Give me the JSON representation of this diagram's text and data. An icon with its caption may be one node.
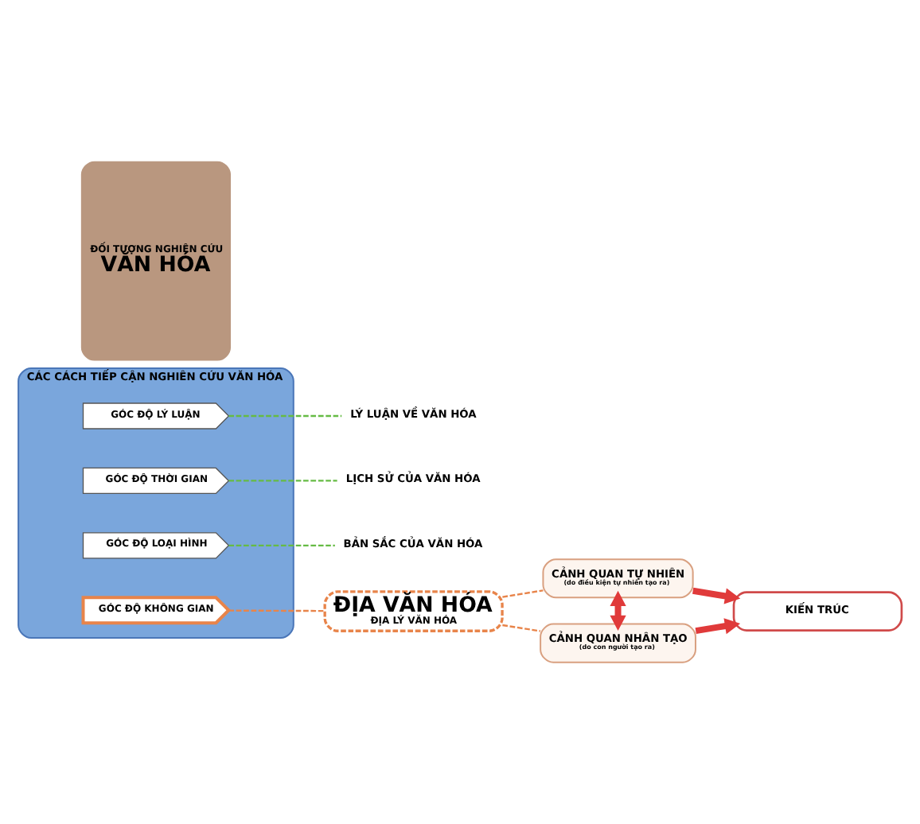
{
  "diagram": {
    "nodes": [
      {
        "text": [
          "CÁC CÁCH TIẾP CẬN NGHIÊN CỨU VĂN HÓA"
        ]
      },
      {
        "text": [
          "GÓC ĐỘ LÝ LUẬN"
        ],
        "in": 0
      },
      {
        "text": [
          "GÓC ĐỘ THỜI GIAN"
        ],
        "in": 0
      },
      {
        "text": [
          "GÓC ĐỘ LOẠI HÌNH"
        ],
        "in": 0
      },
      {
        "text": [
          "GÓC ĐỘ KHÔNG GIAN"
        ],
        "in": 0
      },
      {
        "text": [
          "ĐỐI TƯỢNG NGHIÊN CỨU",
          "VĂN HÓA"
        ]
      },
      {
        "text": [
          "LÝ LUẬN VỀ VĂN HÓA"
        ]
      },
      {
        "text": [
          "LỊCH SỬ CỦA VĂN HÓA"
        ]
      },
      {
        "text": [
          "BẢN SẮC CỦA VĂN HÓA"
        ]
      },
      {
        "text": [
          "ĐỊA VĂN HÓA",
          "ĐỊA LÝ VĂN HÓA"
        ]
      },
      {
        "text": [
          "CẢNH QUAN TỰ NHIÊN",
          "(do điều kiện tự nhiên tạo ra)"
        ]
      },
      {
        "text": [
          "CẢNH QUAN NHÂN TẠO",
          "(do con người tạo ra)"
        ]
      },
      {
        "text": [
          "KIẾN TRÚC"
        ]
      }
    ],
    "edges": [
      {
        "from": 1,
        "to": 6,
        "arrow": "none",
        "style": "dashed",
        "color": "#66bb44"
      },
      {
        "from": 2,
        "to": 7,
        "arrow": "none",
        "style": "dashed",
        "color": "#66bb44"
      },
      {
        "from": 3,
        "to": 8,
        "arrow": "none",
        "style": "dashed",
        "color": "#66bb44"
      },
      {
        "from": 4,
        "to": 9,
        "arrow": "none",
        "style": "dashed",
        "color": "#e8844a"
      },
      {
        "from": 9,
        "to": 10,
        "arrow": "none",
        "style": "dashed",
        "color": "#e8844a"
      },
      {
        "from": 9,
        "to": 11,
        "arrow": "none",
        "style": "dashed",
        "color": "#e8844a"
      },
      {
        "from": 10,
        "to": 11,
        "arrow": "both",
        "style": "thick",
        "color": "#e03a3a"
      },
      {
        "from": 10,
        "to": 12,
        "arrow": "to",
        "style": "thick",
        "color": "#e03a3a"
      },
      {
        "from": 11,
        "to": 12,
        "arrow": "to",
        "style": "thick",
        "color": "#e03a3a"
      }
    ]
  }
}
